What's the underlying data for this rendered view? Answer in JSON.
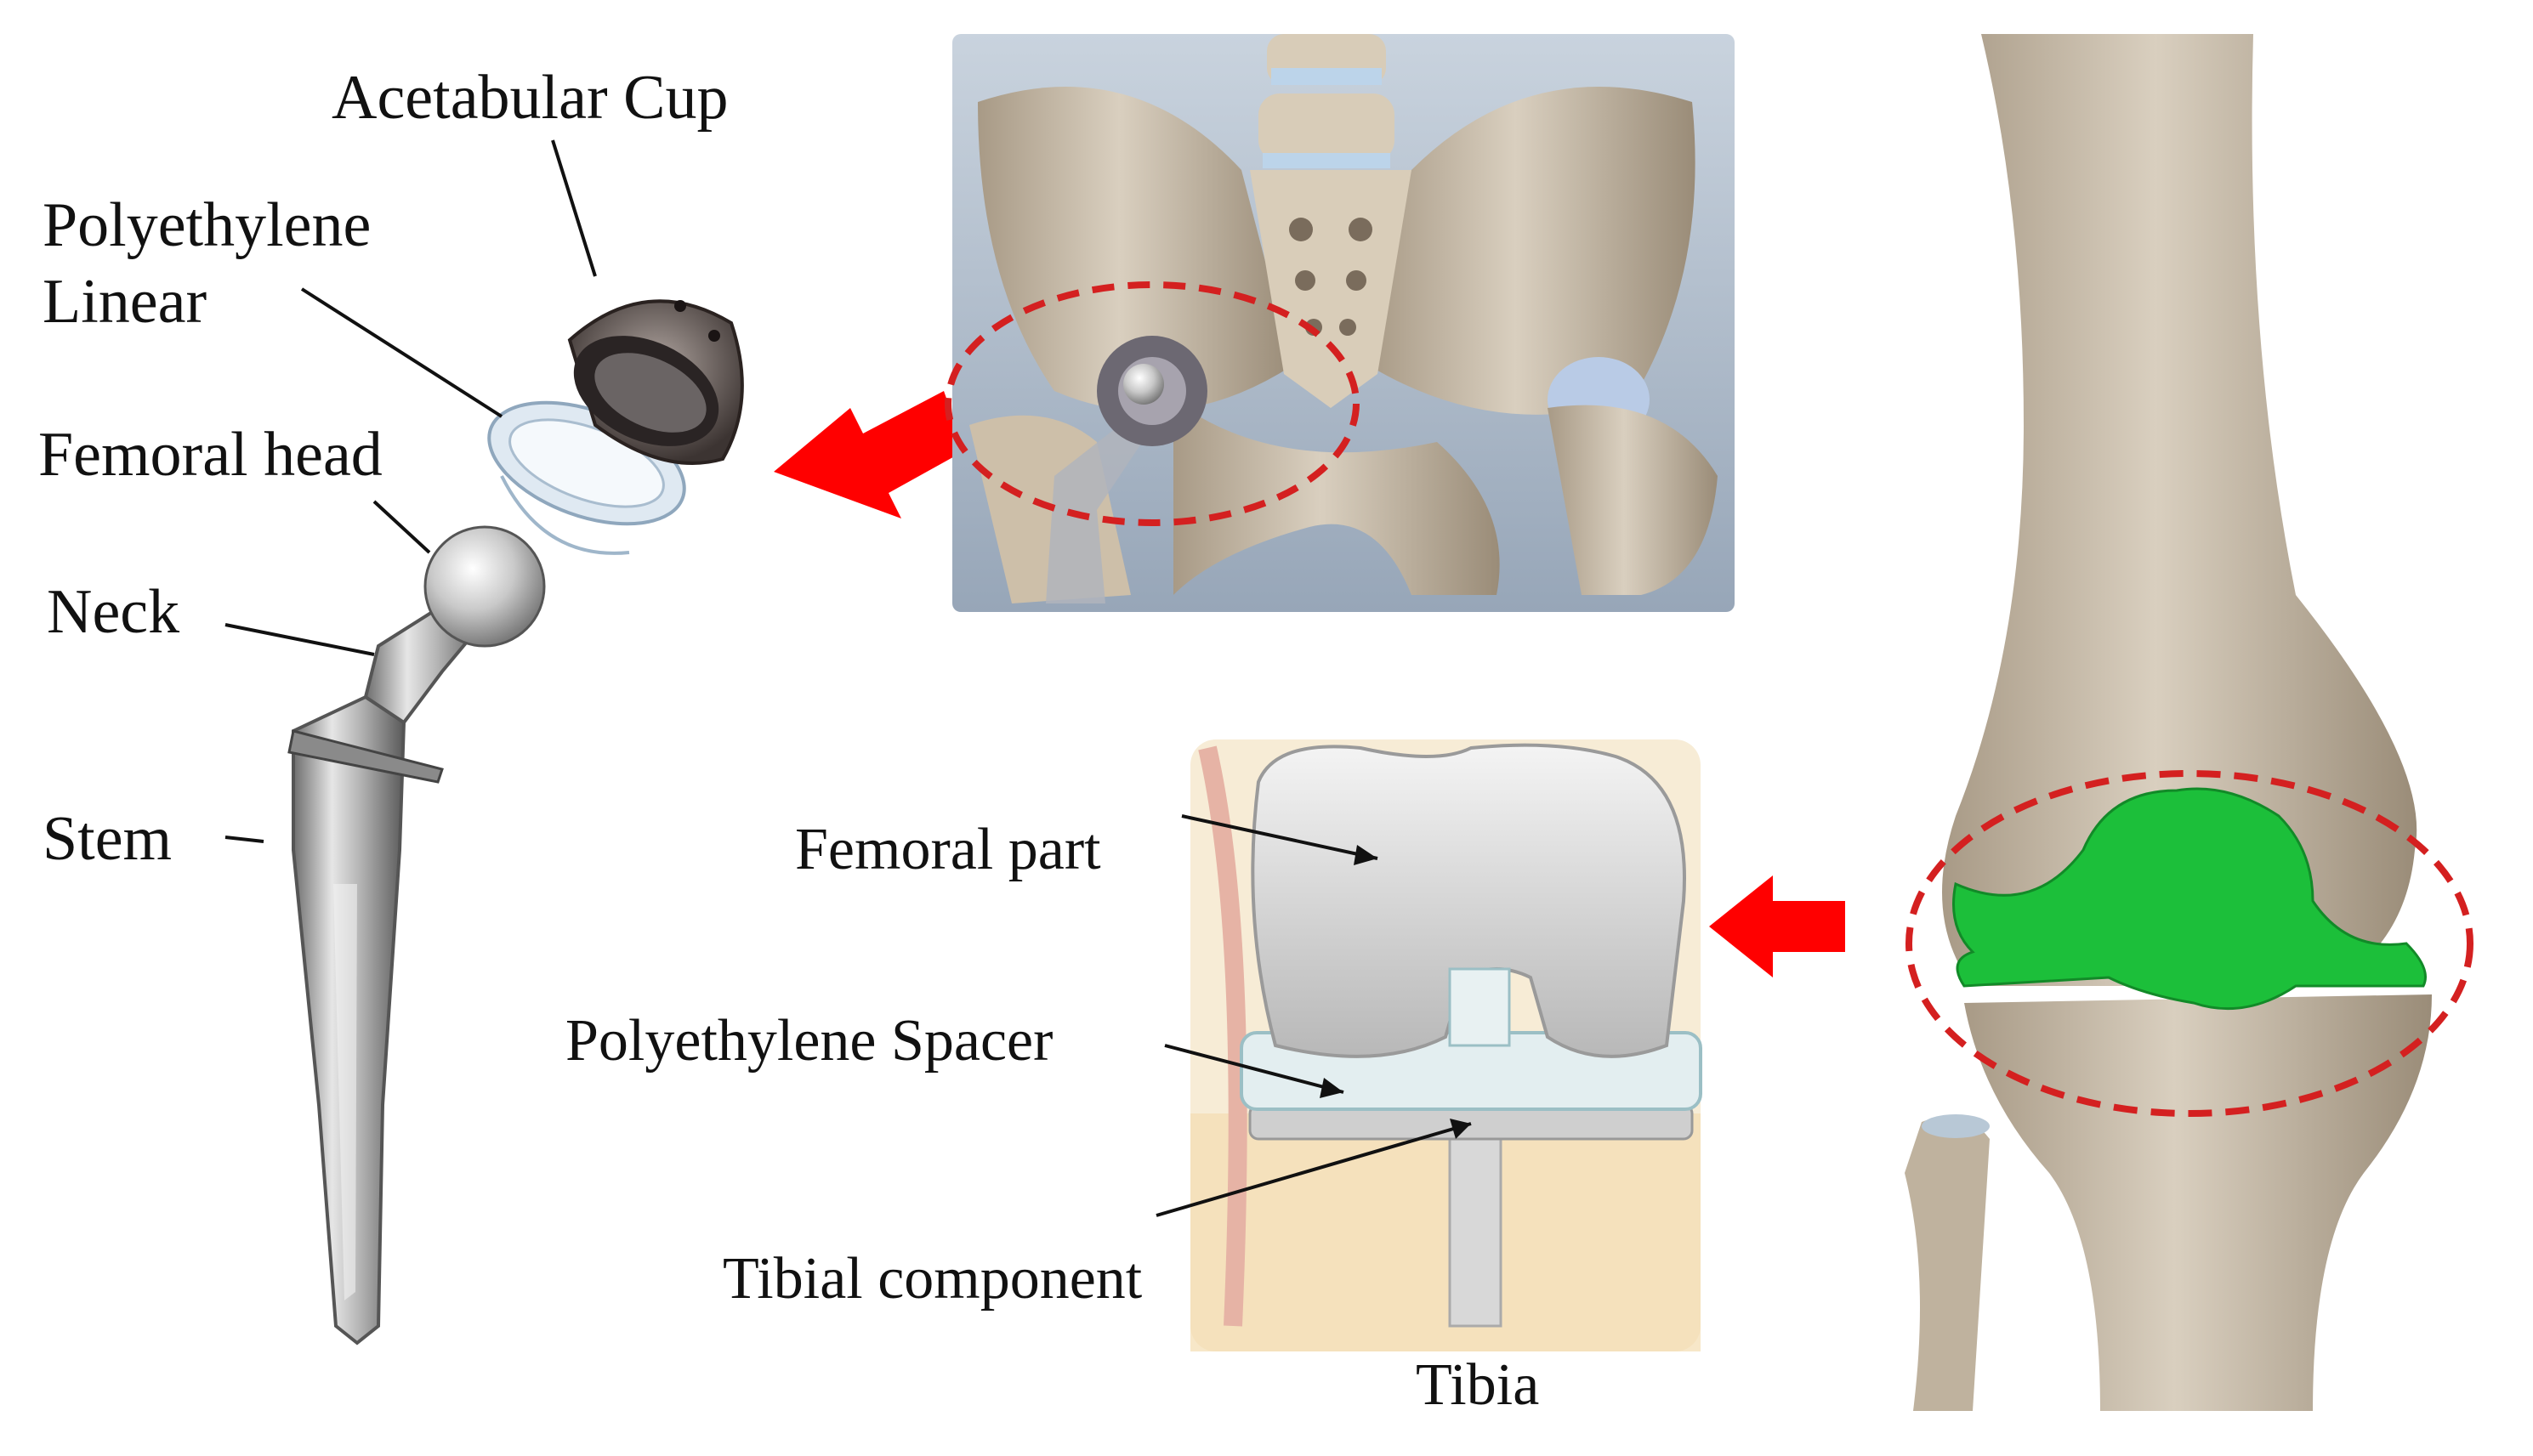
{
  "hip_implant": {
    "labels": {
      "acetabular_cup": "Acetabular Cup",
      "polyethylene_line1": "Polyethylene",
      "polyethylene_line2": "Linear",
      "femoral_head": "Femoral head",
      "neck": "Neck",
      "stem": "Stem"
    }
  },
  "knee_implant": {
    "labels": {
      "femoral_part": "Femoral part",
      "polyethylene_spacer": "Polyethylene Spacer",
      "tibial_component": "Tibial component",
      "tibia": "Tibia"
    }
  },
  "colors": {
    "arrow": "#ff0000",
    "highlight_ellipse": "#d42020",
    "cartilage": "#1cbf3a",
    "bone": "#cfc2ae",
    "metal": "#9a9a9a"
  },
  "icons": [
    "red-arrow-left-icon",
    "red-arrow-left-icon"
  ]
}
